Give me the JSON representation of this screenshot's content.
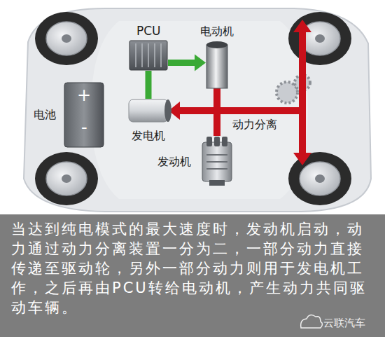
{
  "diagram": {
    "caption": "当达到纯电模式的最大速度时，发动机启动，动力通过动力分离装置一分为二，一部分动力直接传递至驱动轮，另外一部分动力则用于发电机工作，之后再由PCU转给电动机，产生动力共同驱动车辆。",
    "nodes": [
      {
        "text": [
          "PCU"
        ]
      },
      {
        "text": [
          "电动机"
        ]
      },
      {
        "text": [
          "电池",
          "+",
          "-"
        ]
      },
      {
        "text": [
          "发电机"
        ]
      },
      {
        "text": [
          "发动机"
        ]
      }
    ],
    "edges": [
      {
        "from": 4,
        "to": 3,
        "arrow": "to"
      },
      {
        "from": 3,
        "to": 0,
        "arrow": "none"
      },
      {
        "from": 0,
        "to": 1,
        "arrow": "to"
      }
    ],
    "labels": [
      "动力分离",
      "云联汽车"
    ]
  }
}
